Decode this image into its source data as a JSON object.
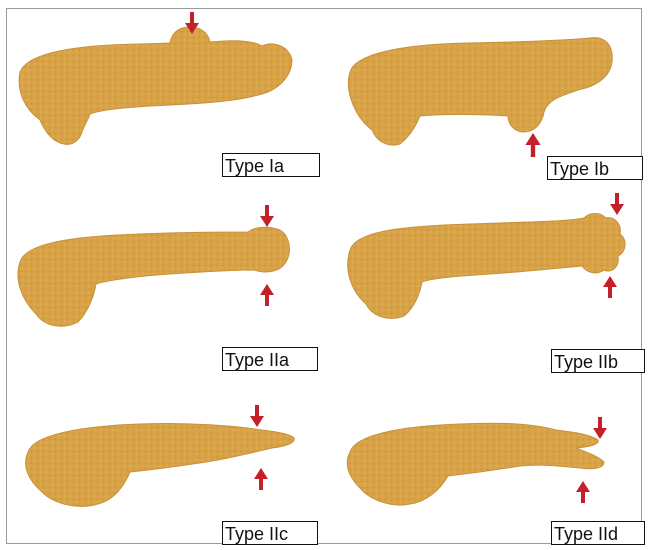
{
  "colors": {
    "organ_fill": "#d9a247",
    "organ_texture": "#b7822e",
    "arrow": "#c4202a",
    "label_border": "#111111"
  },
  "panels": [
    {
      "id": "ia",
      "label": "Type Ia"
    },
    {
      "id": "ib",
      "label": "Type Ib"
    },
    {
      "id": "iia",
      "label": "Type IIa"
    },
    {
      "id": "iib",
      "label": "Type IIb"
    },
    {
      "id": "iic",
      "label": "Type IIc"
    },
    {
      "id": "iid",
      "label": "Type IId"
    }
  ]
}
